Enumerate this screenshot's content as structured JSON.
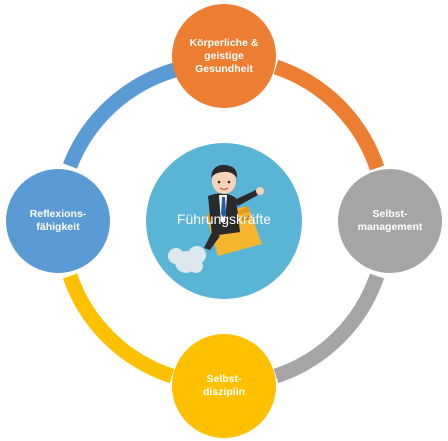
{
  "diagram": {
    "center_label": "Führungskräfte",
    "nodes": [
      {
        "label": "Körperliche &\ngeistige\nGesundheit",
        "color": "#ED7D31"
      },
      {
        "label": "Selbst-\nmanagement",
        "color": "#A5A5A5"
      },
      {
        "label": "Selbst-\ndisziplin",
        "color": "#FFC000"
      },
      {
        "label": "Reflexions-\nfähigkeit",
        "color": "#5B9BD5"
      }
    ],
    "center_color": "#5AB4D6"
  }
}
